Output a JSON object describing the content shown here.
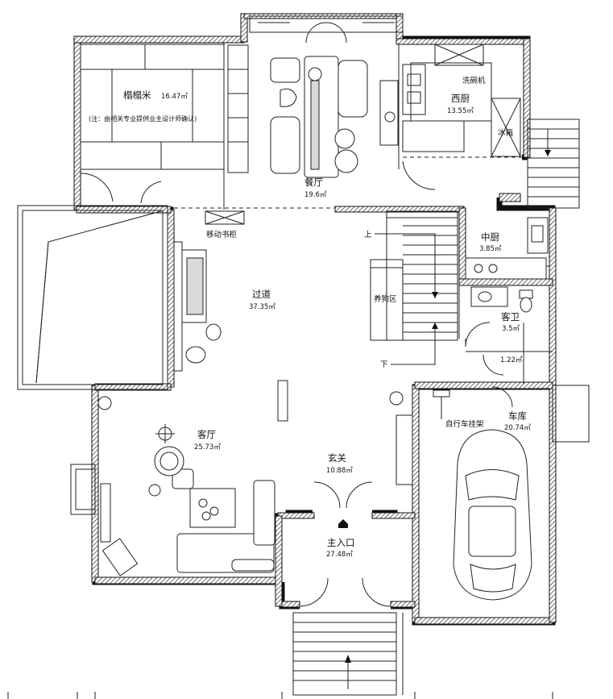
{
  "rooms": {
    "tatami": {
      "name": "榻榻米",
      "area": "16.47㎡",
      "note": "(注：由相关专业提供业主设计师确认)"
    },
    "dining": {
      "name": "餐厅",
      "area": "19.6㎡"
    },
    "western_kitchen": {
      "name": "西厨",
      "area": "13.55㎡"
    },
    "dishwasher": {
      "name": "洗碗机"
    },
    "fridge": {
      "name": "冰箱"
    },
    "chinese_kitchen": {
      "name": "中厨",
      "area": "3.85㎡"
    },
    "corridor": {
      "name": "过道",
      "area": "37.35㎡"
    },
    "bookcase": {
      "name": "移动书柜"
    },
    "pet_area": {
      "name": "养狗区"
    },
    "guest_wc": {
      "name": "客卫",
      "area": "3.5㎡"
    },
    "storage": {
      "area": "1.22㎡"
    },
    "living": {
      "name": "客厅",
      "area": "25.73㎡"
    },
    "foyer": {
      "name": "玄关",
      "area": "10.88㎡"
    },
    "garage": {
      "name": "车库",
      "area": "20.74㎡"
    },
    "bike_rack": {
      "name": "自行车挂架"
    },
    "entrance": {
      "name": "主入口",
      "area": "27.48㎡"
    }
  },
  "stairs": {
    "up": "上",
    "down": "下"
  }
}
